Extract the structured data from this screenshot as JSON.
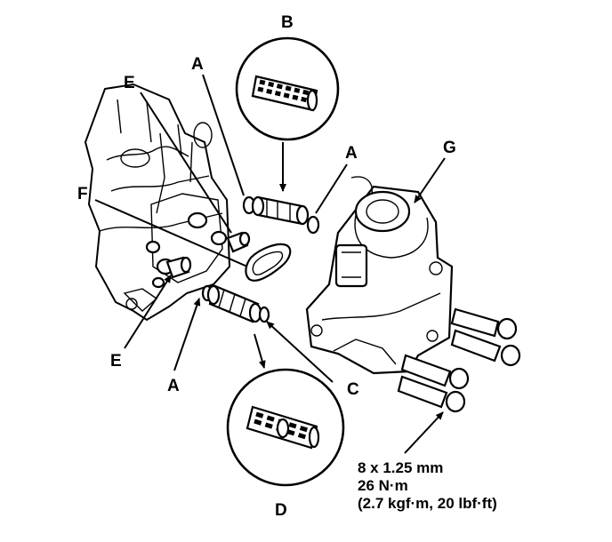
{
  "callouts": {
    "a1": "A",
    "a2": "A",
    "a3": "A",
    "b": "B",
    "c": "C",
    "d": "D",
    "e1": "E",
    "e2": "E",
    "f": "F",
    "g": "G"
  },
  "spec": {
    "size": "8 x 1.25 mm",
    "torque_nm": "26 N·m",
    "torque_alt": "(2.7 kgf·m, 20 lbf·ft)"
  }
}
